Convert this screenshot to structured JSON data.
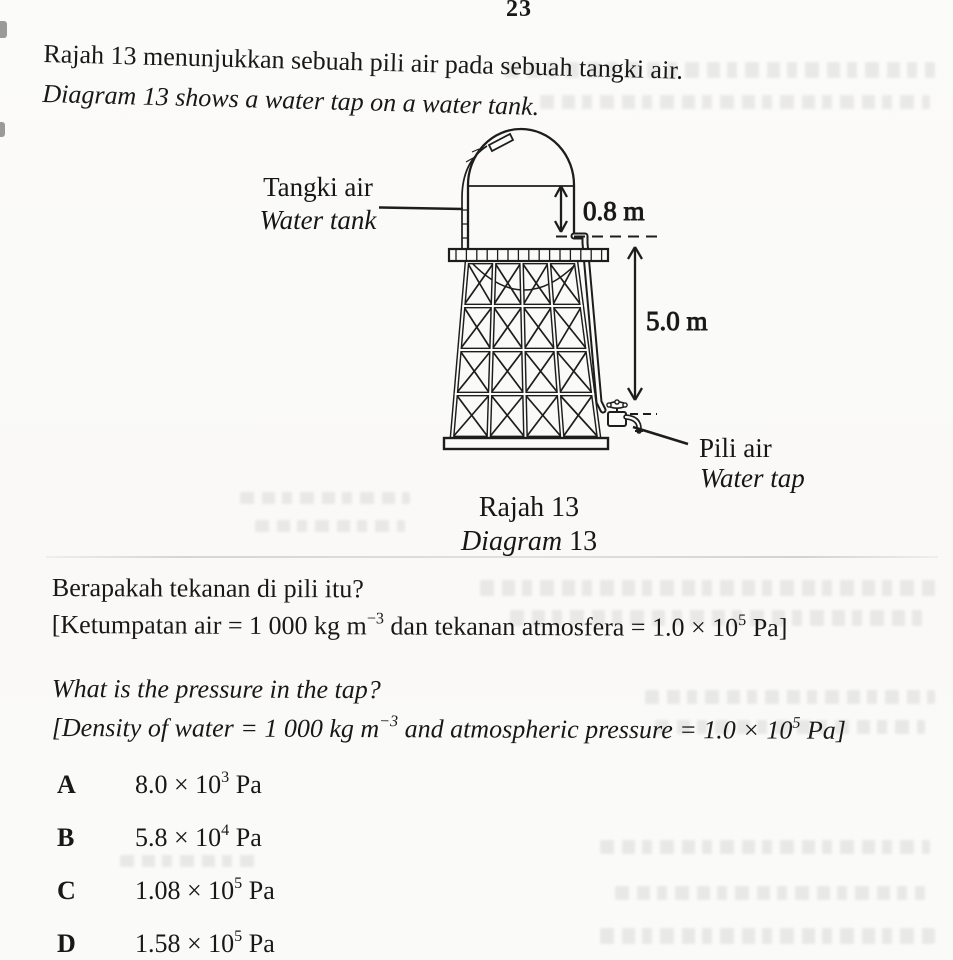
{
  "page": {
    "number": "23"
  },
  "intro": {
    "malay": "Rajah 13 menunjukkan sebuah pili air pada sebuah tangki air.",
    "english": "Diagram 13 shows a water tap on a water tank."
  },
  "diagram": {
    "tank_label_malay": "Tangki air",
    "tank_label_english": "Water tank",
    "dim_small": "0.8 m",
    "dim_large": "5.0 m",
    "tap_label_malay": "Pili air",
    "tap_label_english": "Water tap",
    "caption_malay": "Rajah 13",
    "caption_english_word": "Diagram",
    "caption_english_num": "13"
  },
  "question": {
    "malay": {
      "prompt": "Berapakah tekanan di pili itu?",
      "given_pre": "[Ketumpatan air = 1 000 kg m",
      "given_exp1": "−3",
      "given_mid": " dan tekanan atmosfera = 1.0 × 10",
      "given_exp2": "5",
      "given_post": " Pa]"
    },
    "english": {
      "prompt": "What is the pressure in the tap?",
      "given_pre": "[Density of water = 1 000 kg m",
      "given_exp1": "−3",
      "given_mid": " and atmospheric pressure = 1.0 × 10",
      "given_exp2": "5",
      "given_post": " Pa]"
    }
  },
  "options": [
    {
      "letter": "A",
      "base": "8.0 × 10",
      "exp": "3",
      "unit": " Pa"
    },
    {
      "letter": "B",
      "base": "5.8 × 10",
      "exp": "4",
      "unit": " Pa"
    },
    {
      "letter": "C",
      "base": "1.08 × 10",
      "exp": "5",
      "unit": " Pa"
    },
    {
      "letter": "D",
      "base": "1.58 × 10",
      "exp": "5",
      "unit": " Pa"
    }
  ]
}
